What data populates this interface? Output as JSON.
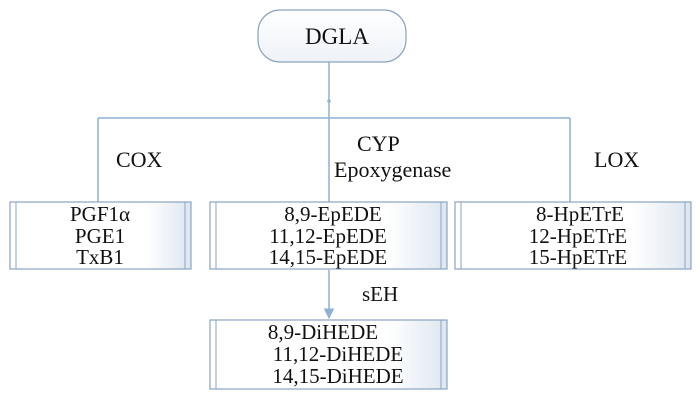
{
  "root": {
    "label": "DGLA"
  },
  "branches": [
    {
      "label_lines": [
        "COX"
      ],
      "products": [
        "PGF1α",
        "PGE1",
        "TxB1"
      ]
    },
    {
      "label_lines": [
        "CYP",
        "Epoxygenase"
      ],
      "products": [
        "8,9-EpEDE",
        "11,12-EpEDE",
        "14,15-EpEDE"
      ]
    },
    {
      "label_lines": [
        "LOX"
      ],
      "products": [
        "8-HpETrE",
        "12-HpETrE",
        "15-HpETrE"
      ]
    }
  ],
  "secondary": {
    "label": "sEH",
    "products": [
      "8,9-DiHEDE",
      "11,12-DiHEDE",
      "14,15-DiHEDE"
    ]
  },
  "colors": {
    "line": "#8fb0d3",
    "box_border": "#8aa4c0",
    "box_fill_light": "#ffffff",
    "box_fill_dark": "#dde6f0",
    "root_fill": "#f4f6f9"
  }
}
